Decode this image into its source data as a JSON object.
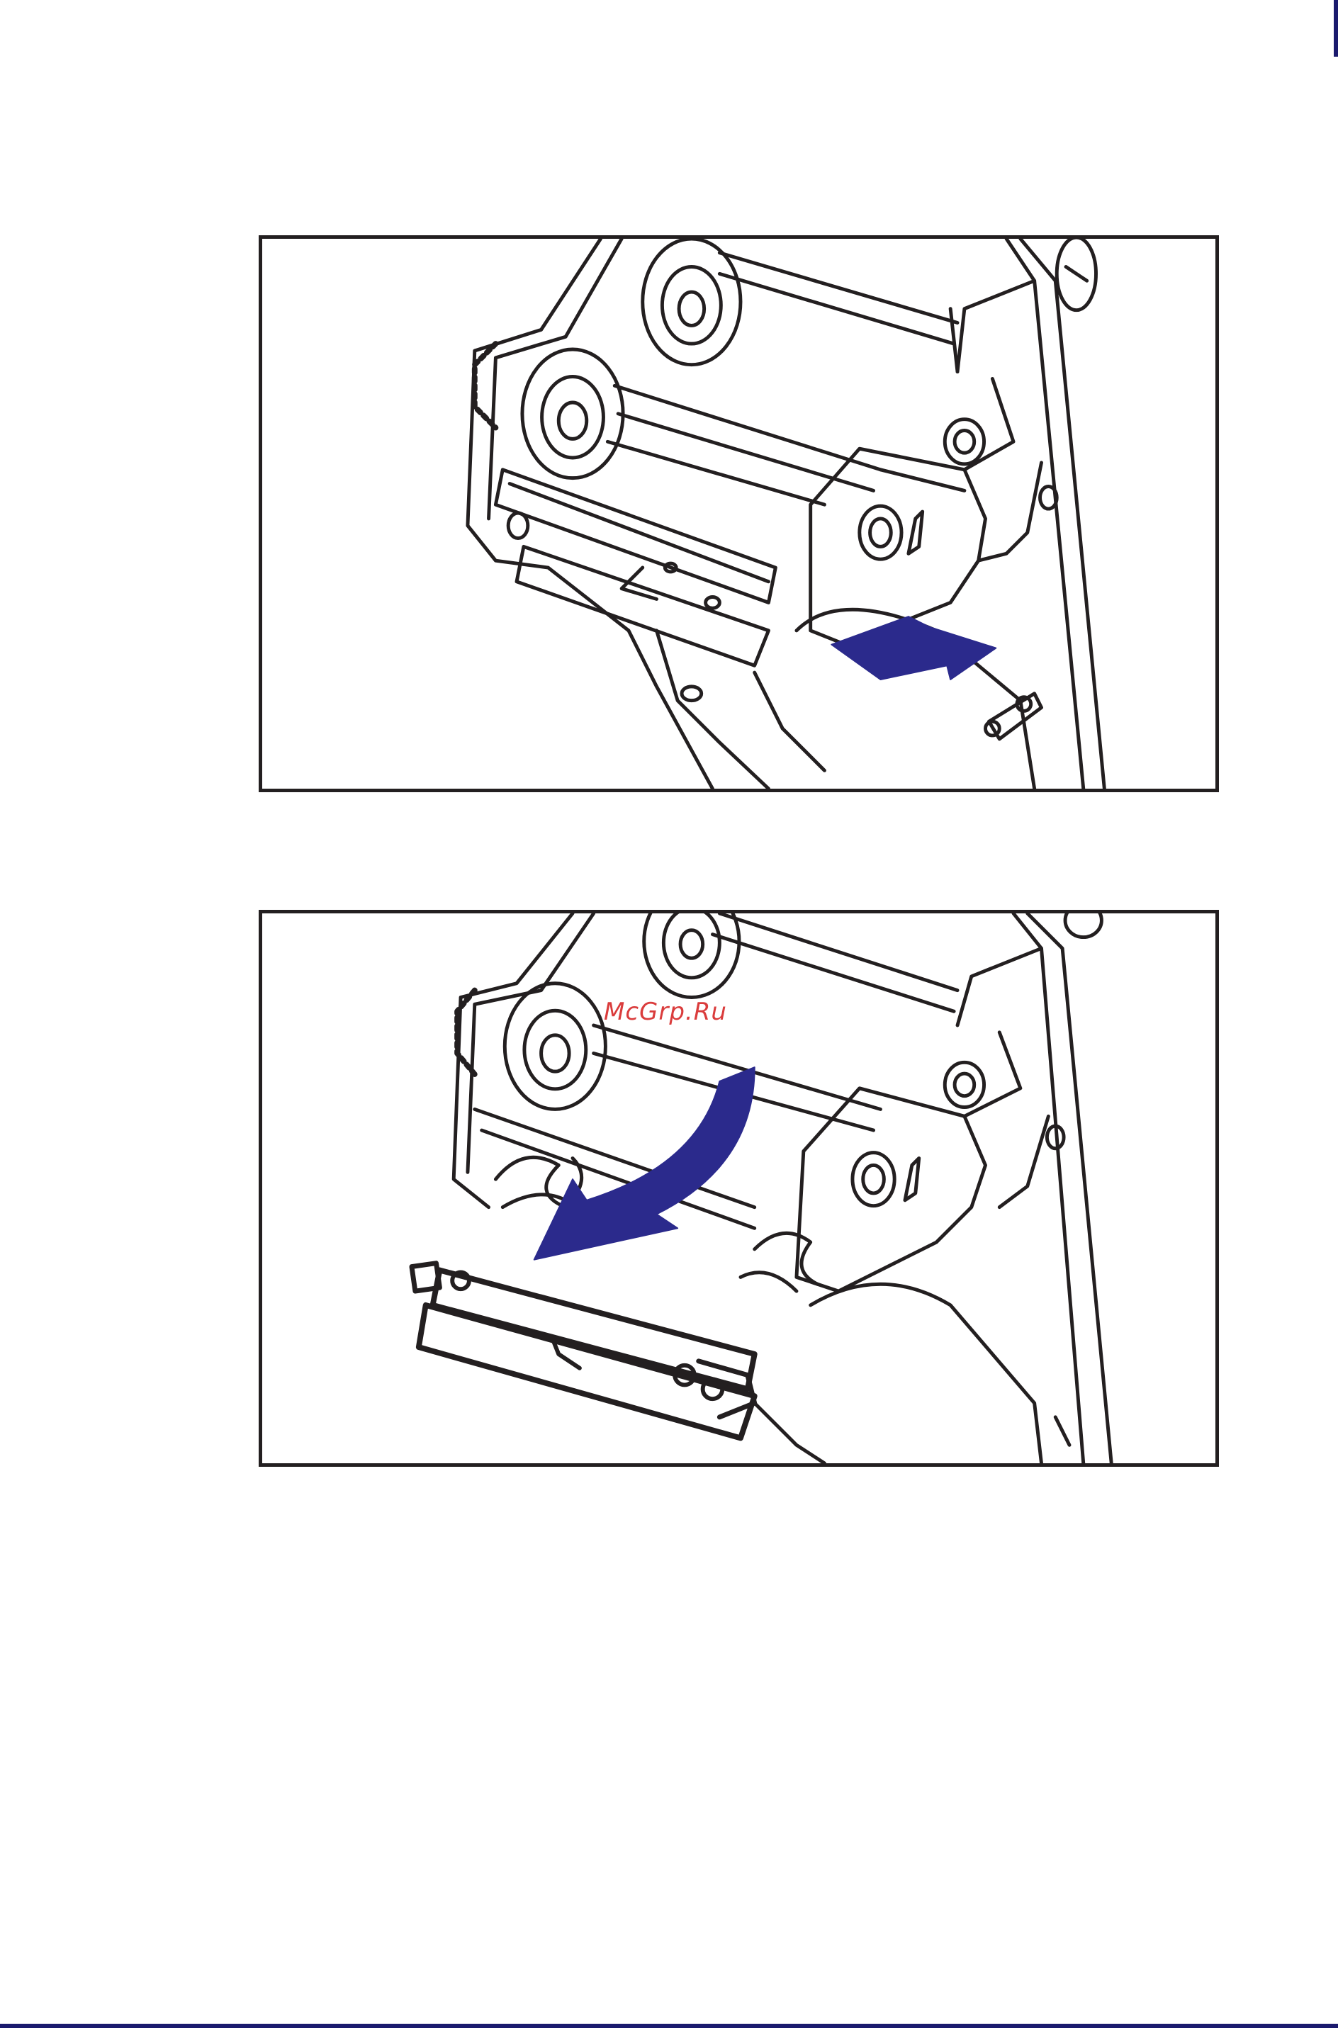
{
  "watermark": {
    "text": "McGrp.Ru",
    "color": "#d62828"
  },
  "colors": {
    "line": "#231f20",
    "arrow": "#2b2a8c",
    "page_accent": "#1b1a6e"
  },
  "figures": [
    {
      "name": "remove-pivot-bracket",
      "arrow": "straight-arrow-right"
    },
    {
      "name": "lower-printhead",
      "arrow": "curved-arrow-down"
    }
  ]
}
